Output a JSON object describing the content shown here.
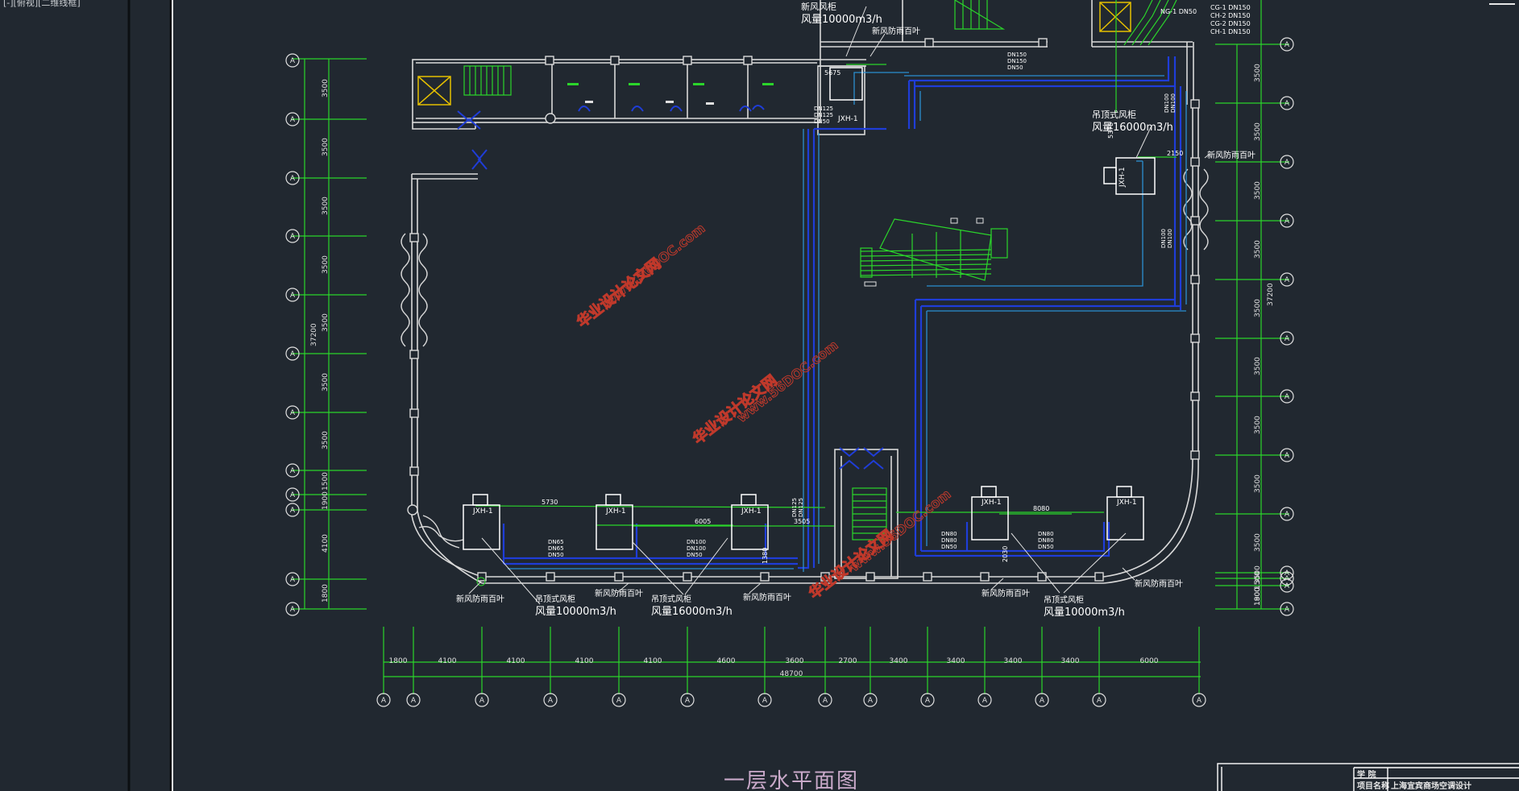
{
  "viewport": {
    "label": "[-][俯视][二维线框]"
  },
  "drawing": {
    "title": "一层水平面图",
    "watermark_lines": [
      "华业设计论文网",
      "www.56DOC.com"
    ],
    "colors": {
      "background": "#212830",
      "walls": "#d9d9d9",
      "axis": "#2bd52b",
      "duct": "#1f3dd8",
      "duct_light": "#2b8fd0",
      "text": "#ffffff",
      "annot": "#e5e5e5",
      "watermark": "#c0392b",
      "equipment": "#ffffff"
    }
  },
  "title_block": {
    "label_row1": "学    院",
    "label_row2": "项目名称",
    "project": "上海宜宾商场空调设计"
  },
  "grid_bubbles": {
    "symbol": "A"
  },
  "dims": {
    "left_col": [
      "3500",
      "3500",
      "3500",
      "3500",
      "3500",
      "3500",
      "3500",
      "1500",
      "1900",
      "4100",
      "1800"
    ],
    "left_total": "37200",
    "right_col": [
      "3500",
      "3500",
      "3500",
      "3500",
      "3500",
      "3500",
      "3500",
      "3500",
      "3500",
      "3500",
      "1500",
      "1900",
      "1800"
    ],
    "right_total": "37200",
    "bottom": [
      "1800",
      "4100",
      "4100",
      "4100",
      "4100",
      "4600",
      "3600",
      "2700",
      "3400",
      "3400",
      "3400",
      "3400",
      "6000"
    ],
    "bottom_total": "48700"
  },
  "annotations": {
    "top_unit": {
      "line1": "新风风柜",
      "line2": "风量10000m3/h"
    },
    "top_louver": "新风防雨百叶",
    "right_unit": {
      "line1": "吊顶式风柜",
      "line2": "风量16000m3/h"
    },
    "right_louver": "新风防雨百叶",
    "bottom_louver_1": "新风防雨百叶",
    "bottom_unit_1": {
      "line1": "吊顶式风柜",
      "line2": "风量10000m3/h"
    },
    "bottom_louver_2": "新风防雨百叶",
    "bottom_unit_2": {
      "line1": "吊顶式风柜",
      "line2": "风量16000m3/h"
    },
    "bottom_louver_3": "新风防雨百叶",
    "bottom_louver_4": "新风防雨百叶",
    "bottom_unit_3": {
      "line1": "吊顶式风柜",
      "line2": "风量10000m3/h"
    },
    "bottom_louver_5": "新风防雨百叶"
  },
  "equipment_tags": [
    "JXH-1",
    "JXH-1",
    "JXH-1",
    "JXH-1",
    "JXH-1",
    "JXH-1",
    "JXH-1"
  ],
  "pipe_legend": [
    "NG-1  DN50",
    "CG-1  DN150",
    "CH-2  DN150",
    "CG-2  DN150",
    "CH-1  DN150"
  ],
  "pipe_labels": {
    "pt1": [
      "DN150",
      "DN150",
      "DN50"
    ],
    "pt2": [
      "DN125",
      "DN125",
      "DN50"
    ],
    "pt3": [
      "DN100",
      "DN100"
    ],
    "pt4": [
      "DN100",
      "DN100"
    ],
    "pt5": [
      "DN65",
      "DN65",
      "DN50"
    ],
    "pt6": [
      "DN100",
      "DN100",
      "DN50"
    ],
    "pt7": [
      "DN80",
      "DN80",
      "DN50"
    ],
    "pt8": [
      "DN80",
      "DN80",
      "DN50"
    ],
    "pt9": [
      "DN125",
      "DN125"
    ]
  },
  "pipe_dims": {
    "d1": "5730",
    "d2": "6005",
    "d3": "8080",
    "d4": "2150",
    "d5": "5675",
    "d6": "5375",
    "d7": "3505",
    "d8": "1380",
    "d9": "2030"
  }
}
